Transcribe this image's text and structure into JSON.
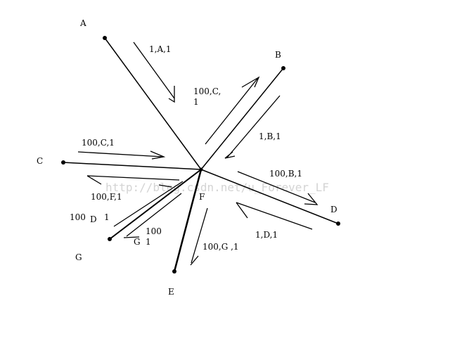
{
  "nodes": {
    "A": "A",
    "B": "B",
    "C": "C",
    "D": "D",
    "E": "E",
    "F": "F",
    "G": "G"
  },
  "edge_labels": {
    "a_in": "1,A,1",
    "c_out_1": "100,C,",
    "c_out_2": "1",
    "b_in": "1,B,1",
    "b_out": "100,B,1",
    "c_in": "100,C,1",
    "f_out": "100,F,1",
    "d_in": "1,D,1",
    "g_d_left": "100",
    "g_d_mid": "D",
    "g_d_right": "1",
    "g_in_a": "100",
    "g_in_b": "G",
    "g_in_c": "1",
    "g_out": "100,G ,1"
  },
  "watermark": "http://blog.csdn.net/u_Forever_LF"
}
